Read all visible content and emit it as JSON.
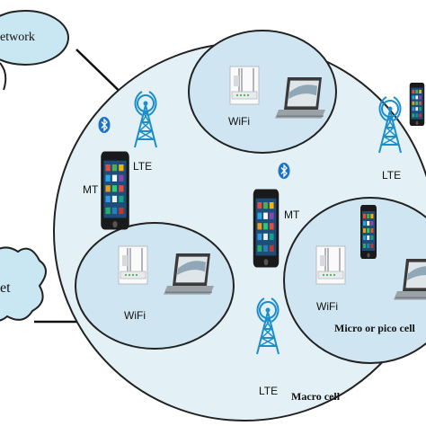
{
  "labels": {
    "core_network": "etwork",
    "internet": "et",
    "lte_top": "LTE",
    "lte_right": "LTE",
    "lte_bottom": "LTE",
    "mt_left": "MT",
    "mt_center": "MT",
    "wifi_top": "WiFi",
    "wifi_left": "WiFi",
    "wifi_right": "WiFi",
    "macro_cell": "Macro cell",
    "micro_pico_cell": "Micro or pico cell"
  },
  "colors": {
    "macro_fill": "#e3f0f5",
    "cell_fill": "#cfe6f2",
    "cloud_fill": "#c9e7f2",
    "outline": "#222222",
    "tower": "#1c8ec9",
    "bluetooth": "#1a73c9"
  },
  "icons": [
    "tower-icon",
    "smartphone-icon",
    "laptop-icon",
    "wifi-router-icon",
    "bluetooth-icon",
    "cloud-icon"
  ]
}
